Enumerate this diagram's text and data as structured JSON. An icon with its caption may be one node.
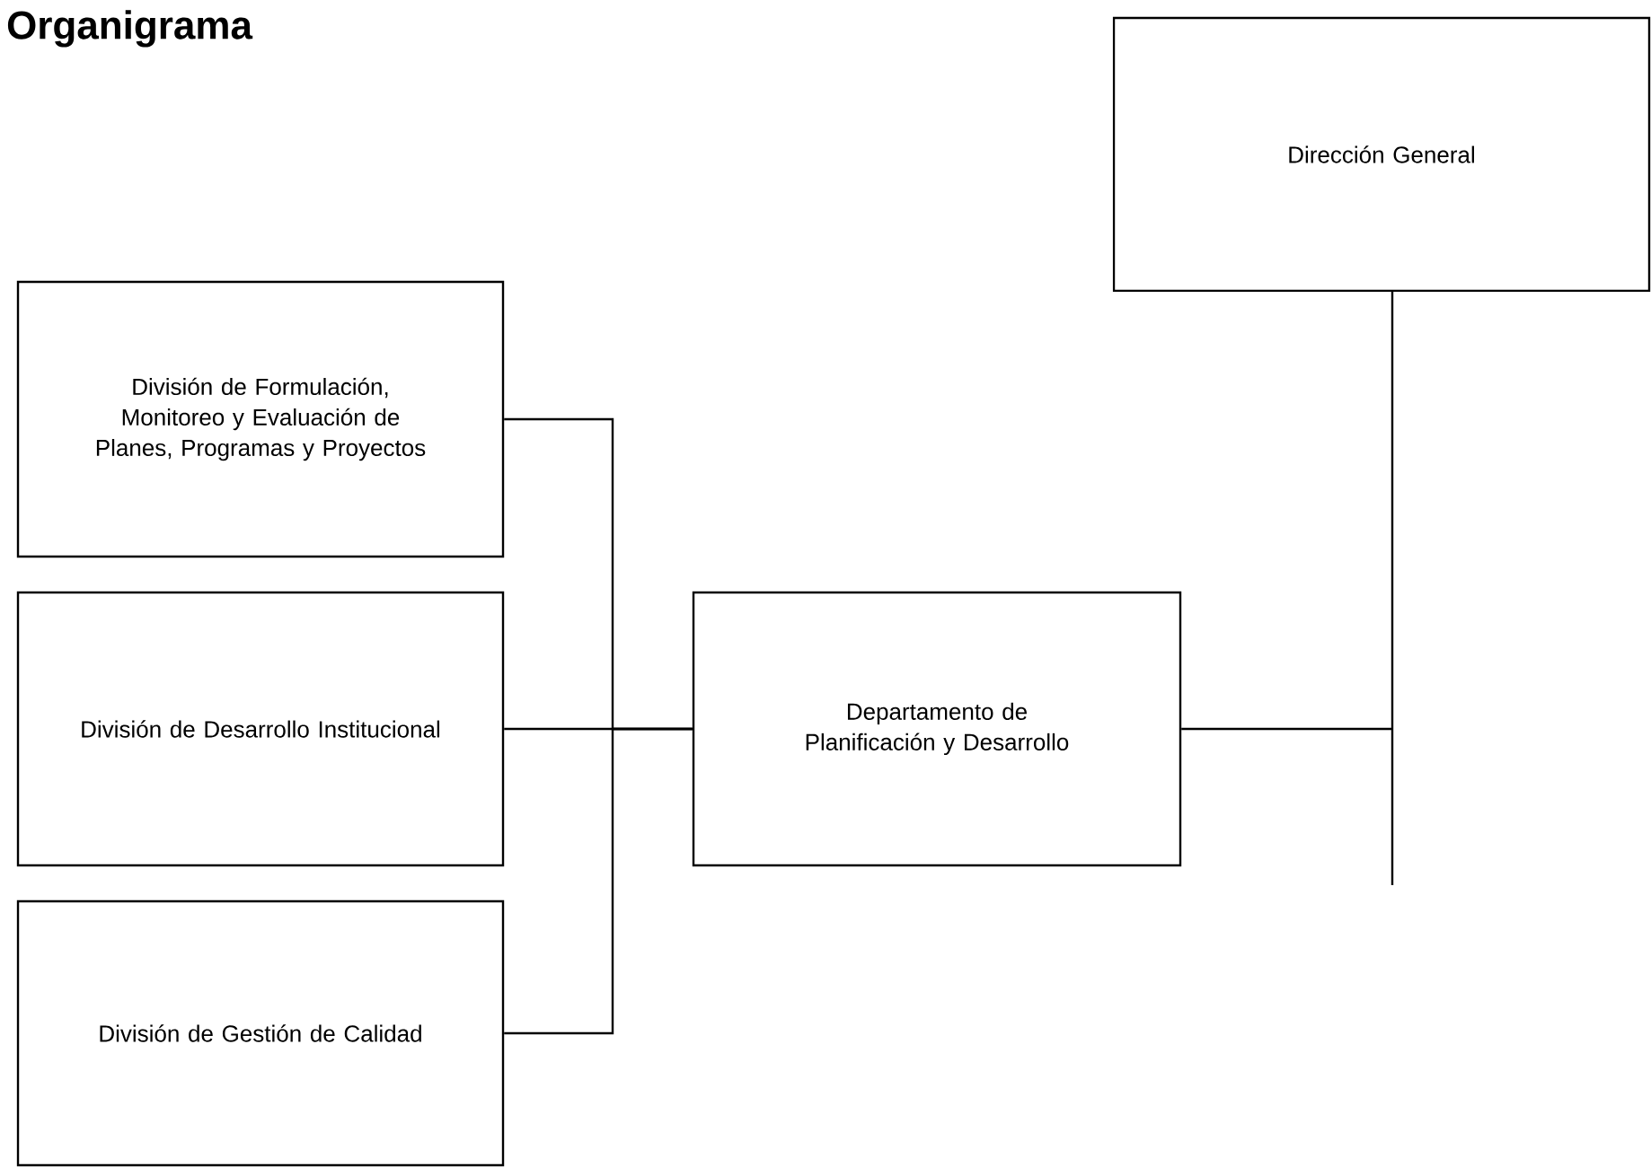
{
  "diagram": {
    "title": "Organigrama",
    "nodes": [
      {
        "text": [
          "Dirección General"
        ]
      },
      {
        "text": [
          "División de Formulación, Monitoreo y Evaluación de Planes, Programas y Proyectos"
        ]
      },
      {
        "text": [
          "División de Desarrollo Institucional"
        ]
      },
      {
        "text": [
          "División de Gestión de Calidad"
        ]
      },
      {
        "text": [
          "Departamento de Planificación y Desarrollo"
        ]
      }
    ],
    "edges": [
      {
        "from": 0,
        "to": 4,
        "arrow": "none"
      },
      {
        "from": 4,
        "to": 1,
        "arrow": "none"
      },
      {
        "from": 4,
        "to": 2,
        "arrow": "none"
      },
      {
        "from": 4,
        "to": 3,
        "arrow": "none"
      }
    ]
  }
}
